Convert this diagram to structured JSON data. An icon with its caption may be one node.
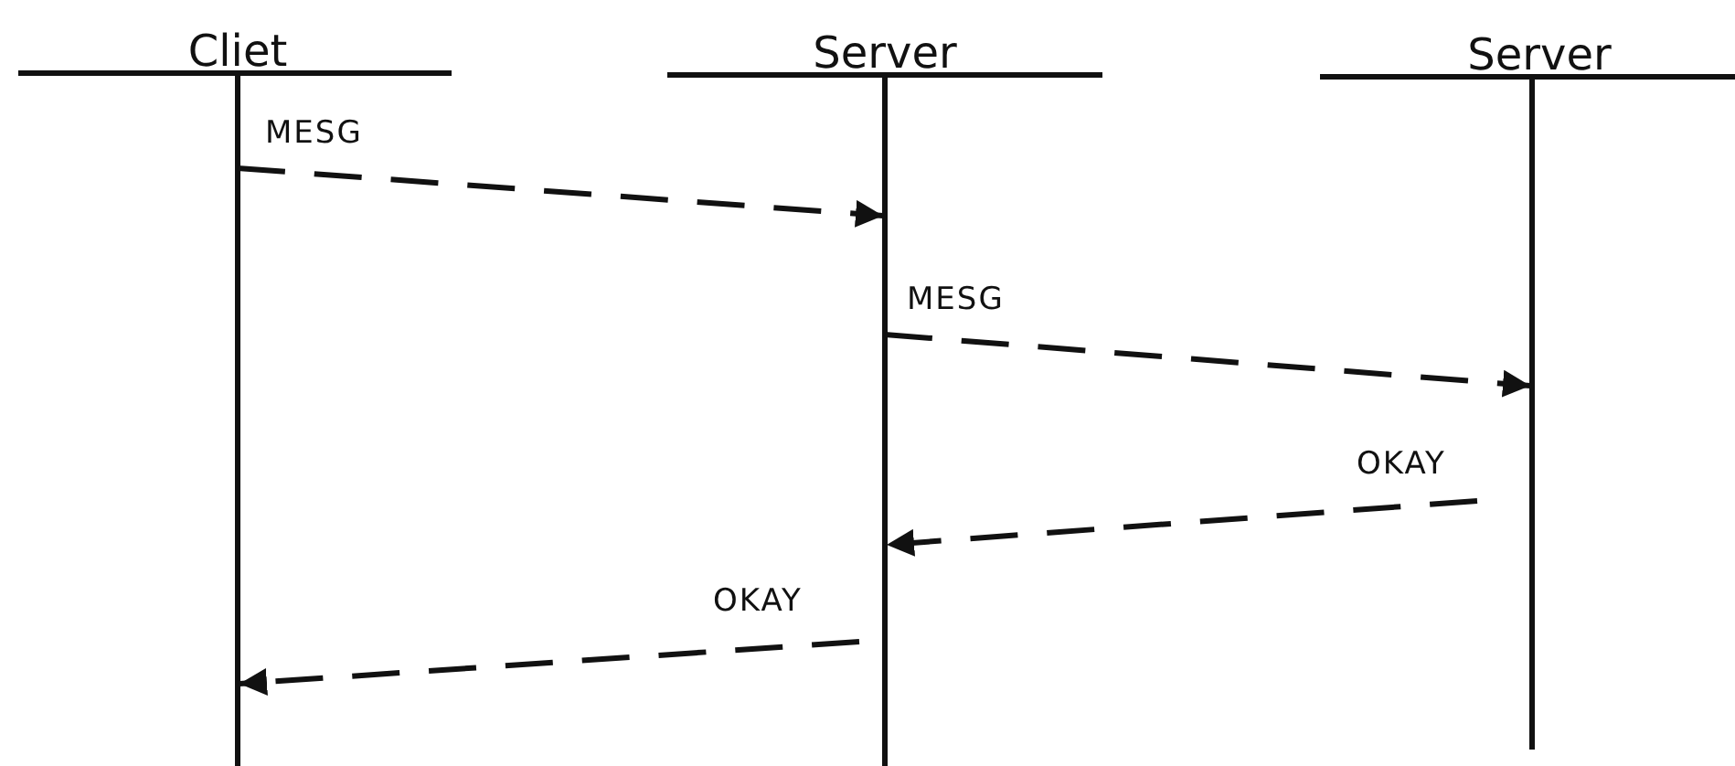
{
  "diagram": {
    "nodes": [
      {
        "text": [
          "Cliet"
        ]
      },
      {
        "text": [
          "Server"
        ]
      },
      {
        "text": [
          "Server"
        ]
      }
    ],
    "edges": [
      {
        "from": 0,
        "to": 1,
        "arrow": "to",
        "style": "dashed",
        "label": "MESG"
      },
      {
        "from": 1,
        "to": 2,
        "arrow": "to",
        "style": "dashed",
        "label": "MESG"
      },
      {
        "from": 2,
        "to": 1,
        "arrow": "to",
        "style": "dashed",
        "label": "OKAY"
      },
      {
        "from": 1,
        "to": 0,
        "arrow": "to",
        "style": "dashed",
        "label": "OKAY"
      }
    ]
  }
}
